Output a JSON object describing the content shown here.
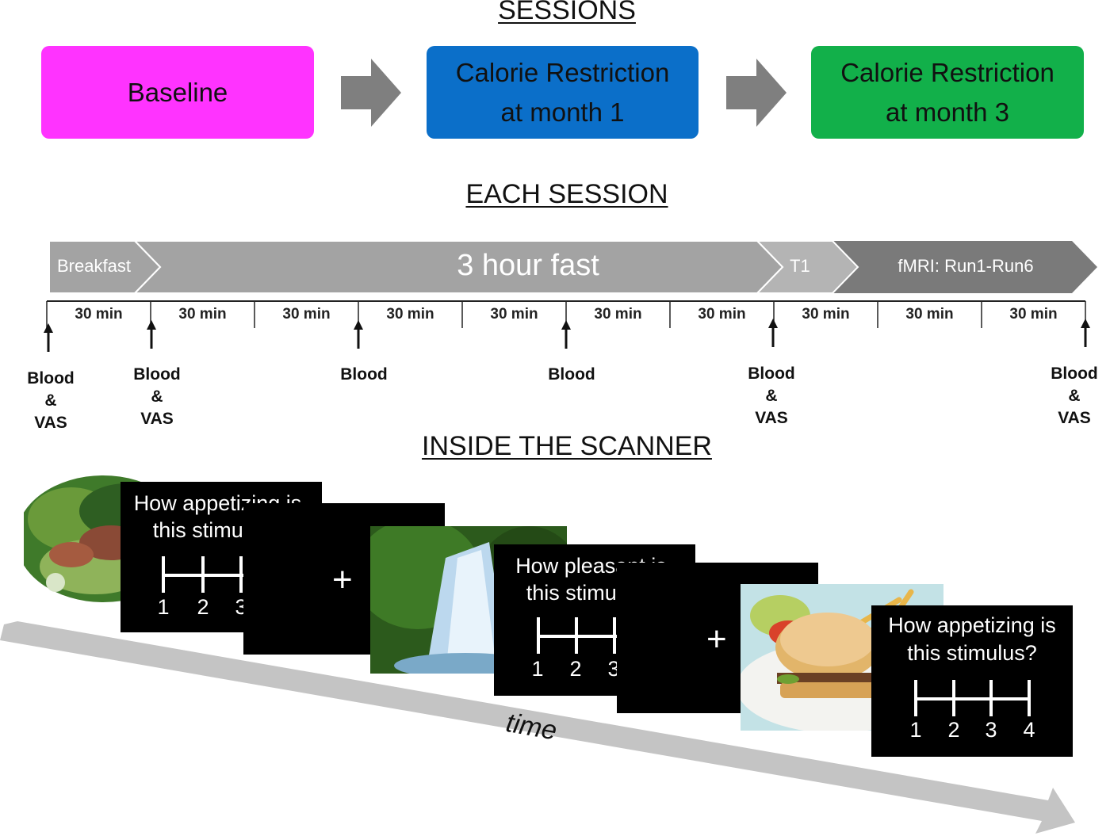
{
  "sessions": {
    "heading": "SESSIONS",
    "items": [
      {
        "line1": "Baseline",
        "line2": "",
        "color": "#ff33ff"
      },
      {
        "line1": "Calorie Restriction",
        "line2": "at month 1",
        "color": "#0b6fc9"
      },
      {
        "line1": "Calorie Restriction",
        "line2": "at month 3",
        "color": "#12b04a"
      }
    ]
  },
  "each_session": {
    "heading": "EACH SESSION",
    "phases": [
      "Breakfast",
      "3 hour fast",
      "T1",
      "fMRI: Run1-Run6"
    ],
    "intervals": [
      "30 min",
      "30 min",
      "30 min",
      "30 min",
      "30 min",
      "30 min",
      "30 min",
      "30 min",
      "30 min",
      "30 min"
    ],
    "events": [
      {
        "l1": "Blood",
        "l2": "&",
        "l3": "VAS"
      },
      {
        "l1": "Blood",
        "l2": "&",
        "l3": "VAS"
      },
      {
        "l1": "Blood",
        "l2": "",
        "l3": ""
      },
      {
        "l1": "Blood",
        "l2": "",
        "l3": ""
      },
      {
        "l1": "Blood",
        "l2": "&",
        "l3": "VAS"
      },
      {
        "l1": "Blood",
        "l2": "&",
        "l3": "VAS"
      }
    ]
  },
  "scanner": {
    "heading": "INSIDE THE SCANNER",
    "time_label": "time",
    "cards": [
      {
        "q1": "How appetizing is",
        "q2": "this stimulus?"
      },
      {
        "q1": "How pleasant is",
        "q2": "this stimulus?"
      },
      {
        "q1": "How appetizing is",
        "q2": "this stimulus?"
      }
    ],
    "fixation": "+",
    "scale": [
      "1",
      "2",
      "3",
      "4"
    ]
  }
}
